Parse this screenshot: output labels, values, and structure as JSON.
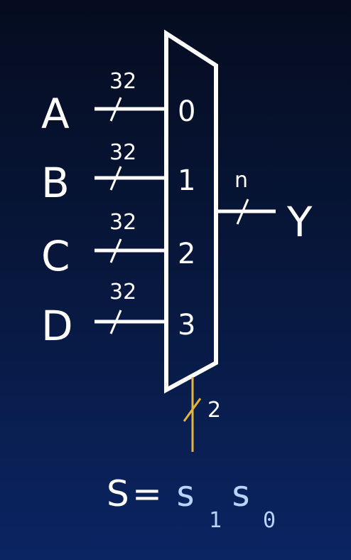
{
  "inputs": [
    {
      "name": "A",
      "port": "0",
      "width": "32"
    },
    {
      "name": "B",
      "port": "1",
      "width": "32"
    },
    {
      "name": "C",
      "port": "2",
      "width": "32"
    },
    {
      "name": "D",
      "port": "3",
      "width": "32"
    }
  ],
  "output": {
    "name": "Y",
    "width": "n"
  },
  "select": {
    "width": "2",
    "lhs": "S",
    "equals": "=",
    "bit1": "s",
    "bit1_index": "1",
    "bit0": "s",
    "bit0_index": "0"
  },
  "colors": {
    "wire": "#ffffff",
    "select_wire": "#e6b43c",
    "select_bits": "#b9d3ff"
  }
}
